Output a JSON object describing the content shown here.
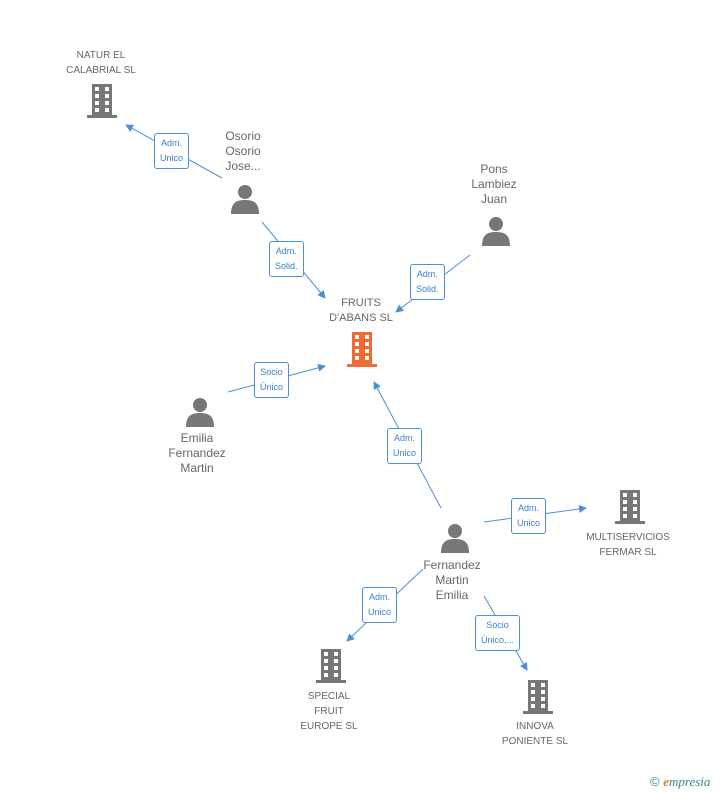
{
  "center": {
    "label": "FRUITS\nD'ABANS SL"
  },
  "companies": {
    "natur": {
      "label": "NATUR EL\nCALABRIAL SL"
    },
    "multiservicios": {
      "label": "MULTISERVICIOS\nFERMAR SL"
    },
    "special_fruit": {
      "label": "SPECIAL\nFRUIT\nEUROPE SL"
    },
    "innova": {
      "label": "INNOVA\nPONIENTE SL"
    }
  },
  "persons": {
    "osorio": {
      "label": "Osorio\nOsorio\nJose..."
    },
    "pons": {
      "label": "Pons\nLambiez\nJuan"
    },
    "emilia_fernandez": {
      "label": "Emilia\nFernandez\nMartin"
    },
    "fernandez_emilia": {
      "label": "Fernandez\nMartin\nEmilia"
    }
  },
  "edges": {
    "osorio_natur": "Adm.\nUnico",
    "osorio_fruits": "Adm.\nSolid.",
    "pons_fruits": "Adm.\nSolid.",
    "emilia_fruits": "Socio\nÚnico",
    "fernandez_fruits": "Adm.\nUnico",
    "fernandez_multi": "Adm.\nUnico",
    "fernandez_special": "Adm.\nUnico",
    "fernandez_innova": "Socio\nÚnico,..."
  },
  "footer": {
    "copyright": "©",
    "brand_e": "e",
    "brand_rest": "mpresia"
  },
  "colors": {
    "edge": "#4a8fd8",
    "center_icon": "#f06a35",
    "icon": "#777777"
  }
}
